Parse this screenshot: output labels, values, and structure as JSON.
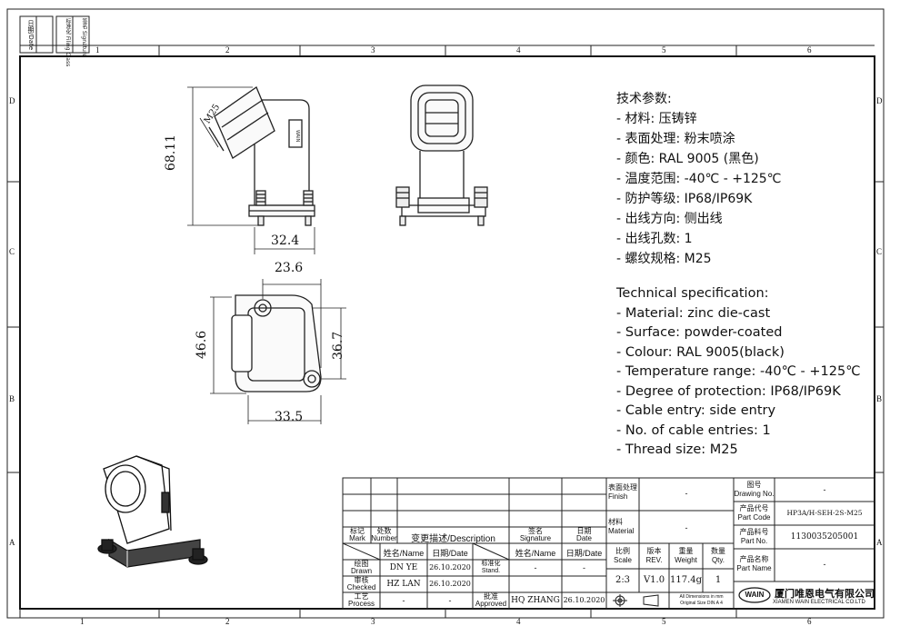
{
  "frame": {
    "top_numbers": [
      "1",
      "2",
      "3",
      "4",
      "5",
      "6"
    ],
    "bottom_numbers": [
      "1",
      "2",
      "3",
      "4",
      "5",
      "6"
    ],
    "side_letters_left": [
      "D",
      "C",
      "B",
      "A"
    ],
    "side_letters_right": [
      "D",
      "C",
      "B",
      "A"
    ],
    "corner_tabs": [
      "日期/Date",
      "签名 Signature",
      "标准化 Filing Class"
    ]
  },
  "dimensions": {
    "height": "68.11",
    "thread": "M25",
    "width_side": "32.4",
    "top_width": "23.6",
    "plan_height": "46.6",
    "hole_spacing": "36.7",
    "base_width": "33.5"
  },
  "specs_cn": {
    "title": "技术参数:",
    "items": [
      "- 材料: 压铸锌",
      "- 表面处理: 粉末喷涂",
      "- 颜色: RAL 9005 (黑色)",
      "- 温度范围: -40℃ - +125℃",
      "- 防护等级: IP68/IP69K",
      "- 出线方向: 侧出线",
      "- 出线孔数: 1",
      "- 螺纹规格: M25"
    ]
  },
  "specs_en": {
    "title": "Technical specification:",
    "items": [
      "- Material: zinc die-cast",
      "- Surface: powder-coated",
      "- Colour: RAL 9005(black)",
      "- Temperature range: -40℃ - +125℃",
      "- Degree of protection: IP68/IP69K",
      "- Cable entry: side entry",
      "- No. of cable entries: 1",
      "- Thread size: M25"
    ]
  },
  "title_block": {
    "rev_headers": {
      "mark": "标记\nMark",
      "number": "处数\nNumber",
      "desc": "变更描述/Description",
      "signature": "签名\nSignature",
      "date": "日期\nDate"
    },
    "sub_headers": {
      "name": "姓名/Name",
      "date": "日期/Date",
      "name2": "姓名/Name",
      "date2": "日期/Date"
    },
    "drawn": {
      "label": "绘图\nDrawn",
      "name": "DN YE",
      "date": "26.10.2020"
    },
    "standard": {
      "label": "标准化\nStand.",
      "name": "-",
      "date": "-"
    },
    "checked": {
      "label": "审核\nChecked",
      "name": "HZ LAN",
      "date": "26.10.2020"
    },
    "process": {
      "label": "工艺\nProcess",
      "name": "-",
      "date": "-"
    },
    "approved": {
      "label": "批准\nApproved",
      "name": "HQ ZHANG",
      "date": "26.10.2020"
    },
    "finish": {
      "label": "表面处理\nFinish",
      "value": "-"
    },
    "material": {
      "label": "材料\nMaterial",
      "value": "-"
    },
    "scale": {
      "label": "比例\nScale",
      "value": "2:3"
    },
    "rev": {
      "label": "版本\nREV.",
      "value": "V1.0"
    },
    "weight": {
      "label": "重量\nWeight",
      "value": "117.4g"
    },
    "qty": {
      "label": "数量\nQty.",
      "value": "1"
    },
    "drawing_no": {
      "label": "图号\nDrawing No.",
      "value": "-"
    },
    "part_code": {
      "label": "产品代号\nPart Code",
      "value": "HP3A/H-SEH-2S-M25"
    },
    "part_no": {
      "label": "产品料号\nPart No.",
      "value": "1130035205001"
    },
    "part_name": {
      "label": "产品名称\nPart Name",
      "value": "-"
    },
    "dims_note": "All Dimensions in mm\nOriginal Size DIN A 4",
    "company_cn": "厦门唯恩电气有限公司",
    "company_en": "XIAMEN WAIN ELECTRICAL CO.LTD",
    "logo_text": "WAIN"
  }
}
